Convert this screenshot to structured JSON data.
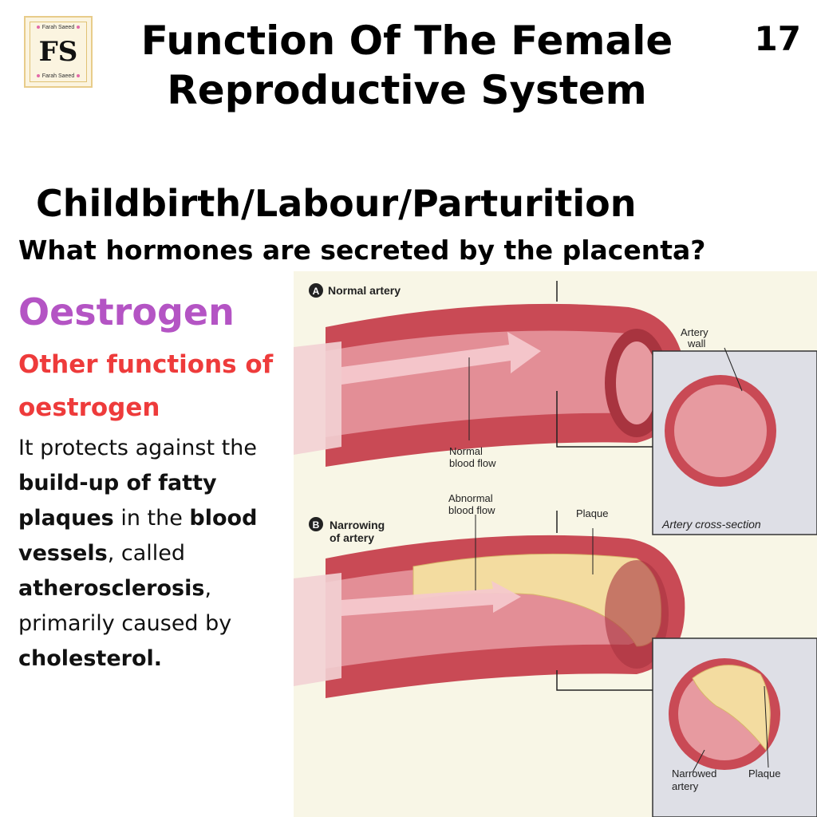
{
  "logo": {
    "top_text": "Farah Saeed",
    "monogram": "FS",
    "bottom_text": "Farah Saeed"
  },
  "header": {
    "title": "Function Of The Female Reproductive System",
    "page_number": "17"
  },
  "section_title": "Childbirth/Labour/Parturition",
  "question": "What hormones are secreted by the placenta?",
  "hormone": "Oestrogen",
  "subheading": "Other functions of oestrogen",
  "body": {
    "t1": "It protects against the ",
    "b1": "build-up of fatty plaques",
    "t2": " in the ",
    "b2": "blood vessels",
    "t3": ", called ",
    "b3": "atherosclerosis",
    "t4": ", primarily caused by ",
    "b4": "cholesterol."
  },
  "figure": {
    "marker_a": "A",
    "label_a": "Normal artery",
    "artery_wall_1": "Artery",
    "artery_wall_2": "wall",
    "normal_flow_1": "Normal",
    "normal_flow_2": "blood flow",
    "cross_section": "Artery cross-section",
    "marker_b": "B",
    "label_b_1": "Narrowing",
    "label_b_2": "of artery",
    "abnormal_flow_1": "Abnormal",
    "abnormal_flow_2": "blood flow",
    "plaque_top": "Plaque",
    "narrowed_1": "Narrowed",
    "narrowed_2": "artery",
    "plaque_bottom": "Plaque"
  },
  "colors": {
    "hormone": "#b454c4",
    "subheading": "#ee3b3b",
    "artery": "#c94a55",
    "artery_dark": "#a8343f",
    "lumen": "#e79aa0",
    "plaque": "#f3dca0",
    "panel": "#dedfe6"
  }
}
